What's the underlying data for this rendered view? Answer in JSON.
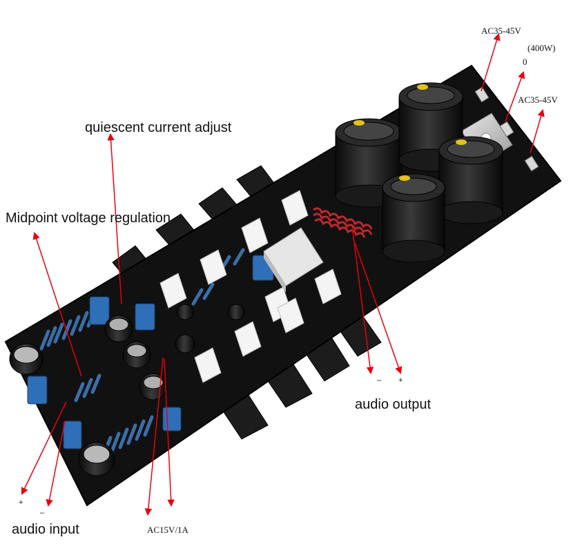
{
  "labels": {
    "ac_top": "AC35-45V",
    "power": "(400W)",
    "zero": "0",
    "ac_right": "AC35-45V",
    "quiescent": "quiescent current adjust",
    "midpoint": "Midpoint voltage regulation",
    "audio_output": "audio output",
    "out_minus": "–",
    "out_plus": "+",
    "in_plus": "+",
    "in_minus": "–",
    "audio_input": "audio input",
    "ac15": "AC15V/1A"
  },
  "colors": {
    "arrow": "#e8000f",
    "pcb": "#111111",
    "heatsink_plate": "#1c1c1c"
  }
}
